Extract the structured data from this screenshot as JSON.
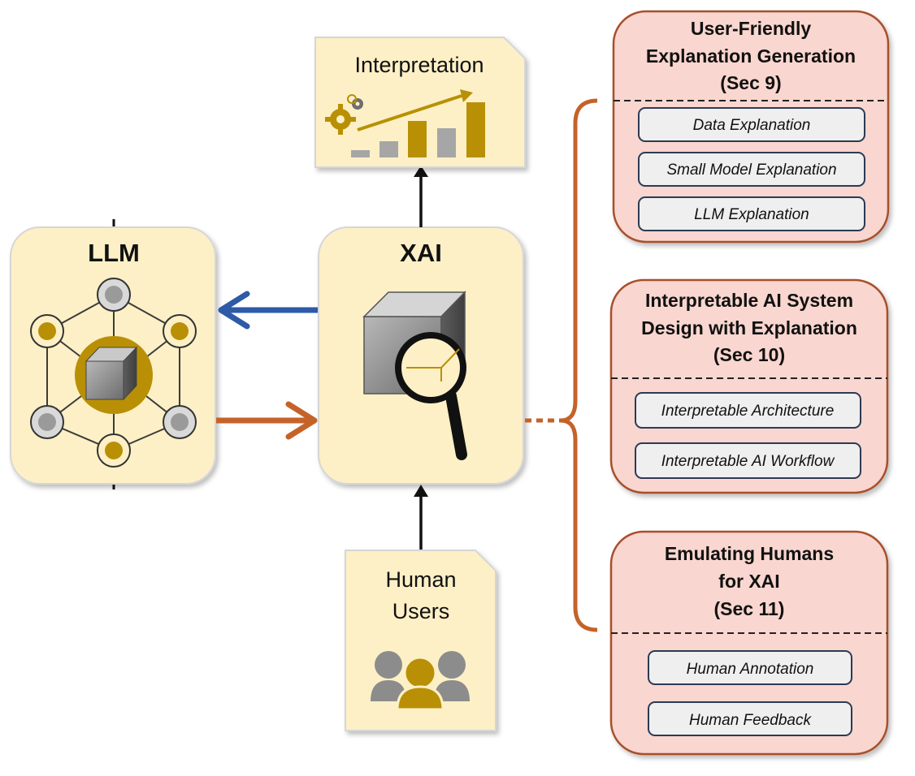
{
  "llm": {
    "title": "LLM"
  },
  "xai": {
    "title": "XAI"
  },
  "interpretation": {
    "label": "Interpretation"
  },
  "human_users": {
    "line1": "Human",
    "line2": "Users"
  },
  "sections": [
    {
      "title_lines": [
        "User-Friendly",
        "Explanation Generation",
        "(Sec 9)"
      ],
      "items": [
        "Data Explanation",
        "Small Model Explanation",
        "LLM Explanation"
      ]
    },
    {
      "title_lines": [
        "Interpretable AI System",
        "Design with Explanation",
        "(Sec 10)"
      ],
      "items": [
        "Interpretable Architecture",
        "Interpretable AI Workflow"
      ]
    },
    {
      "title_lines": [
        "Emulating Humans",
        "for XAI",
        "(Sec 11)"
      ],
      "items": [
        "Human Annotation",
        "Human Feedback"
      ]
    }
  ],
  "colors": {
    "panel_fill": "#fdf0c6",
    "section_fill": "#f9d6cf",
    "section_stroke": "#a8502c",
    "gold": "#b99005",
    "blue_arrow": "#2e5aa8",
    "orange_arrow": "#c5622a",
    "brace": "#c5622a",
    "pill_fill": "#efefef",
    "pill_stroke": "#2c3a55"
  }
}
